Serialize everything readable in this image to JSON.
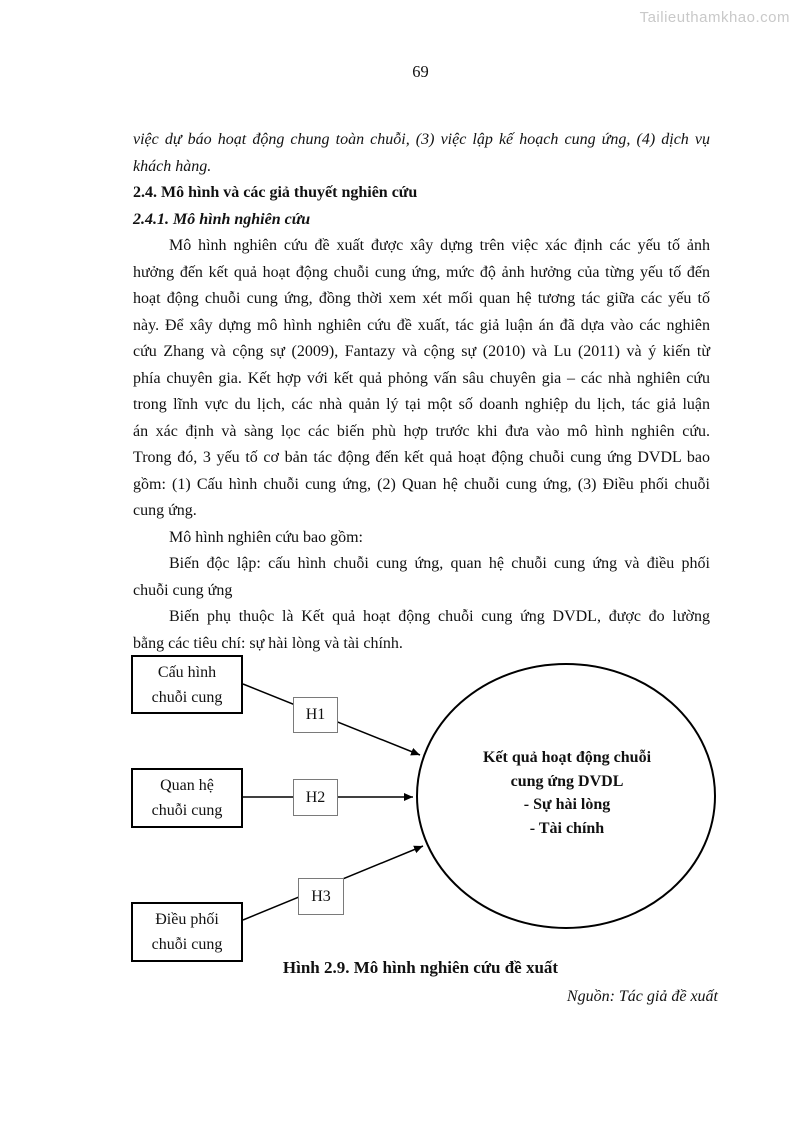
{
  "page": {
    "number": "69",
    "watermark": "Tailieuthamkhao.com"
  },
  "body": {
    "lines": [
      "việc dự báo hoạt động chung toàn chuỗi, (3) việc lập kế hoạch cung ứng, (4) dịch vụ",
      "khách hàng.",
      "2.4. Mô hình và các giả thuyết nghiên cứu",
      "2.4.1. Mô hình nghiên cứu",
      "Mô hình nghiên cứu đề xuất được xây dựng trên việc xác định các yếu tố ảnh",
      "hưởng đến kết quả hoạt động chuỗi cung ứng, mức độ ảnh hưởng của từng yếu tố đến",
      "hoạt động chuỗi cung ứng, đồng thời xem xét mối quan hệ tương tác giữa các yếu tố",
      "này. Để xây dựng mô hình nghiên cứu đề xuất, tác giả luận án đã dựa vào các nghiên",
      "cứu Zhang và cộng sự (2009), Fantazy và cộng sự (2010) và Lu (2011) và ý kiến từ",
      "phía chuyên gia. Kết hợp với kết quả phỏng vấn sâu chuyên gia – các nhà nghiên cứu",
      "trong lĩnh vực du lịch, các nhà quản lý tại một số doanh nghiệp du lịch, tác giả luận",
      "án xác định và sàng lọc các biến phù hợp trước khi đưa vào mô hình nghiên cứu.",
      "Trong đó, 3 yếu tố cơ bản tác động đến kết quả hoạt động chuỗi cung ứng DVDL bao",
      "gồm: (1) Cấu hình chuỗi cung ứng, (2) Quan hệ chuỗi cung ứng, (3) Điều phối chuỗi",
      "cung ứng.",
      "Mô hình nghiên cứu bao gồm:",
      "Biến độc lập: cấu hình chuỗi cung ứng, quan hệ chuỗi cung ứng và điều phối",
      "chuỗi cung ứng",
      "Biến phụ thuộc là Kết quả hoạt động chuỗi cung ứng DVDL, được đo lường",
      "bằng các tiêu chí: sự hài lòng và tài chính."
    ]
  },
  "diagram": {
    "boxes": [
      {
        "line1": "Cấu hình",
        "line2": "chuỗi cung"
      },
      {
        "line1": "Quan hệ",
        "line2": "chuỗi cung"
      },
      {
        "line1": "Điều phối",
        "line2": "chuỗi cung"
      }
    ],
    "hypotheses": [
      "H1",
      "H2",
      "H3"
    ],
    "ellipse": {
      "line1": "Kết quả hoạt động chuỗi",
      "line2": "cung ứng DVDL",
      "line3": "- Sự hài lòng",
      "line4": "- Tài chính"
    },
    "caption": "Hình 2.9. Mô hình nghiên cứu đề xuất",
    "source": "Nguồn: Tác giả đề xuất"
  },
  "colors": {
    "text": "#111111",
    "watermark": "#c9c9c9",
    "box_border": "#000000",
    "hypothesis_border": "#7a7a7a",
    "background": "#ffffff"
  }
}
